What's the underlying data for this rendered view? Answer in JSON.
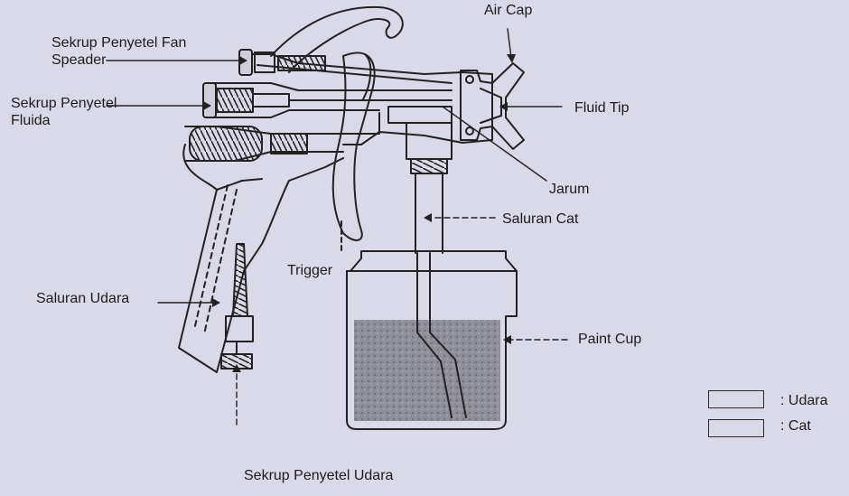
{
  "labels": {
    "air_cap": "Air Cap",
    "fan_spreader_screw": "Sekrup Penyetel Fan\nSpeader",
    "fluid_screw": "Sekrup Penyetel\nFluida",
    "fluid_tip": "Fluid Tip",
    "needle": "Jarum",
    "paint_line": "Saluran Cat",
    "trigger": "Trigger",
    "air_line": "Saluran Udara",
    "paint_cup": "Paint Cup",
    "air_screw": "Sekrup Penyetel Udara"
  },
  "legend": [
    {
      "label": ": Udara"
    },
    {
      "label": ": Cat"
    }
  ],
  "colors": {
    "background": "#d9d9e8",
    "ink": "#1c1c1c",
    "paint_fill": "#8f8f9a"
  }
}
